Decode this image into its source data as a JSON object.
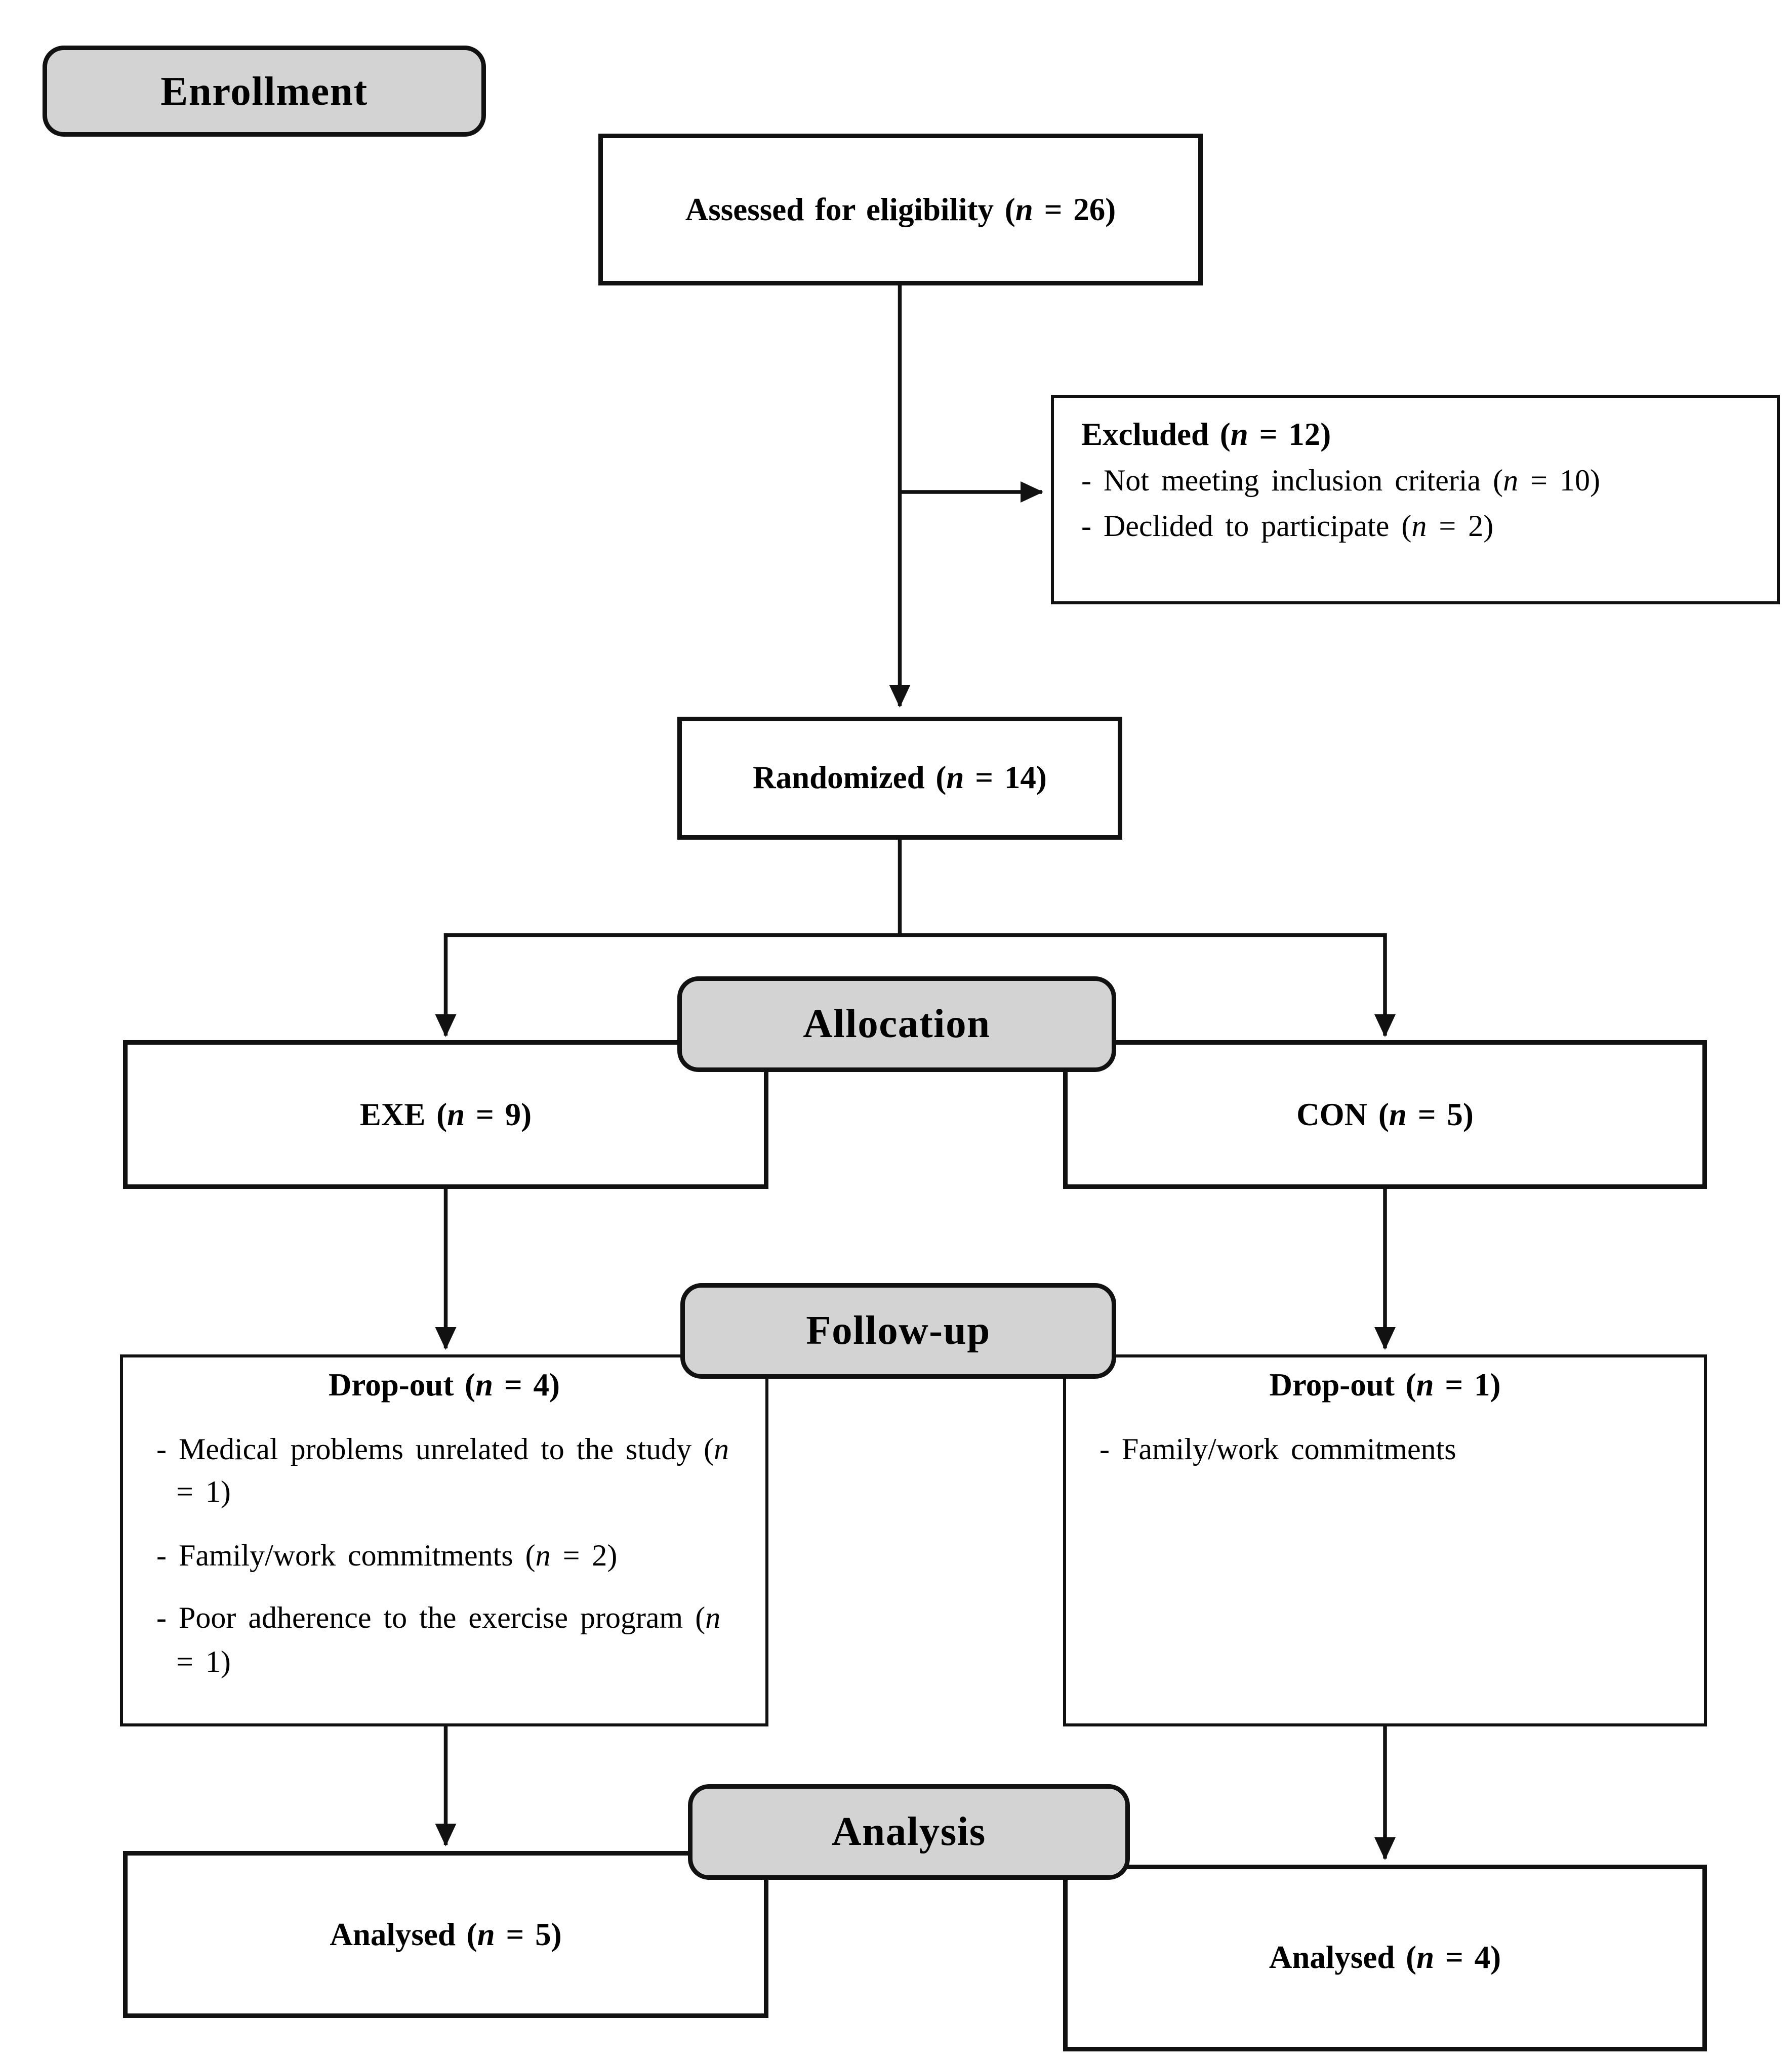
{
  "stages": {
    "enrollment": "Enrollment",
    "allocation": "Allocation",
    "followup": "Follow-up",
    "analysis": "Analysis"
  },
  "assessed": {
    "pre": "Assessed for eligibility (",
    "n": "n",
    "post": " = 26)"
  },
  "excluded": {
    "title": {
      "pre": "Excluded (",
      "n": "n",
      "post": " = 12)"
    },
    "items": [
      {
        "pre": "- Not meeting inclusion criteria (",
        "n": "n",
        "post": " = 10)"
      },
      {
        "pre": "- Declided to participate (",
        "n": "n",
        "post": " = 2)"
      }
    ]
  },
  "randomized": {
    "pre": "Randomized (",
    "n": "n",
    "post": " = 14)"
  },
  "exe": {
    "pre": "EXE (",
    "n": "n",
    "post": " = 9)"
  },
  "con": {
    "pre": "CON (",
    "n": "n",
    "post": " = 5)"
  },
  "dropout_exe": {
    "title": {
      "pre": "Drop-out (",
      "n": "n",
      "post": " = 4)"
    },
    "items": [
      {
        "pre": "- Medical problems unrelated to the study (",
        "n": "n",
        "post": " = 1)"
      },
      {
        "pre": "- Family/work commitments (",
        "n": "n",
        "post": " = 2)"
      },
      {
        "pre": "- Poor adherence to the exercise program (",
        "n": "n",
        "post": " = 1)"
      }
    ]
  },
  "dropout_con": {
    "title": {
      "pre": "Drop-out (",
      "n": "n",
      "post": " = 1)"
    },
    "items": [
      {
        "pre": "- Family/work commitments",
        "n": "",
        "post": ""
      }
    ]
  },
  "analysed_exe": {
    "pre": "Analysed (",
    "n": "n",
    "post": " = 5)"
  },
  "analysed_con": {
    "pre": "Analysed (",
    "n": "n",
    "post": " = 4)"
  },
  "colors": {
    "stage_fill": "#d3d3d3",
    "line": "#111111",
    "box_border": "#111111",
    "box_bg": "#ffffff"
  }
}
